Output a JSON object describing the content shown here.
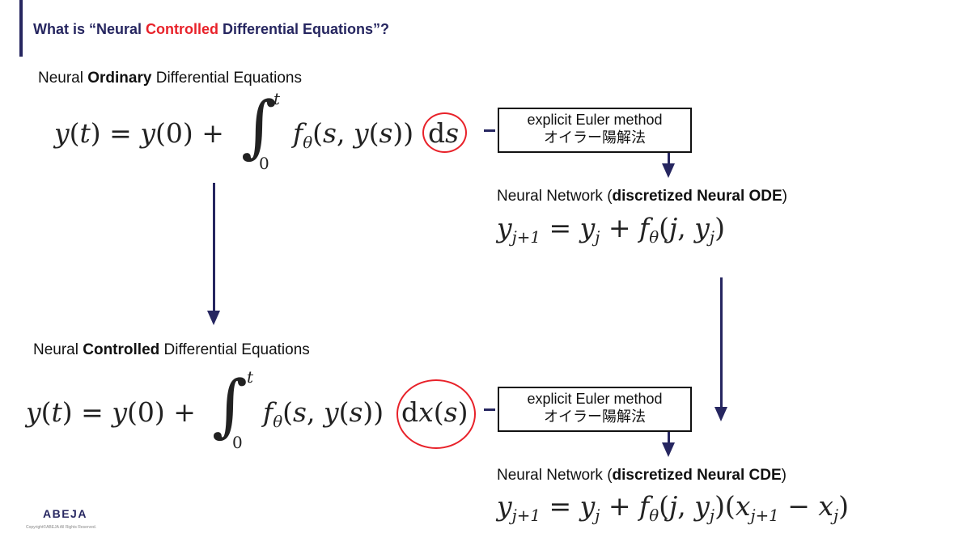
{
  "title": {
    "prefix": "What is “Neural ",
    "highlight": "Controlled",
    "suffix": " Differential Equations”?",
    "highlight_color": "#e8222a",
    "color": "#262660"
  },
  "ode": {
    "label_pre": "Neural ",
    "label_bold": "Ordinary",
    "label_post": " Differential Equations",
    "lhs": "y(t) = y(0) +",
    "integral_upper": "t",
    "integral_lower": "0",
    "integrand": "fθ(s, y(s))",
    "differential": "ds"
  },
  "cde": {
    "label_pre": "Neural ",
    "label_bold": "Controlled",
    "label_post": " Differential Equations",
    "lhs": "y(t) = y(0) +",
    "integral_upper": "t",
    "integral_lower": "0",
    "integrand": "fθ(s, y(s))",
    "differential": "dx(s)"
  },
  "euler_box": {
    "line1": "explicit Euler method",
    "line2": "オイラー陽解法"
  },
  "discrete_ode": {
    "label_pre": "Neural Network (",
    "label_bold": "discretized Neural ODE",
    "label_post": ")"
  },
  "discrete_cde": {
    "label_pre": "Neural Network (",
    "label_bold": "discretized Neural CDE",
    "label_post": ")"
  },
  "logo": {
    "text": "ABEJA",
    "copyright": "Copyright©ABEJA All Rights Reserved.",
    "color": "#e8222a"
  },
  "colors": {
    "arrow": "#262660",
    "circle": "#e8222a"
  }
}
